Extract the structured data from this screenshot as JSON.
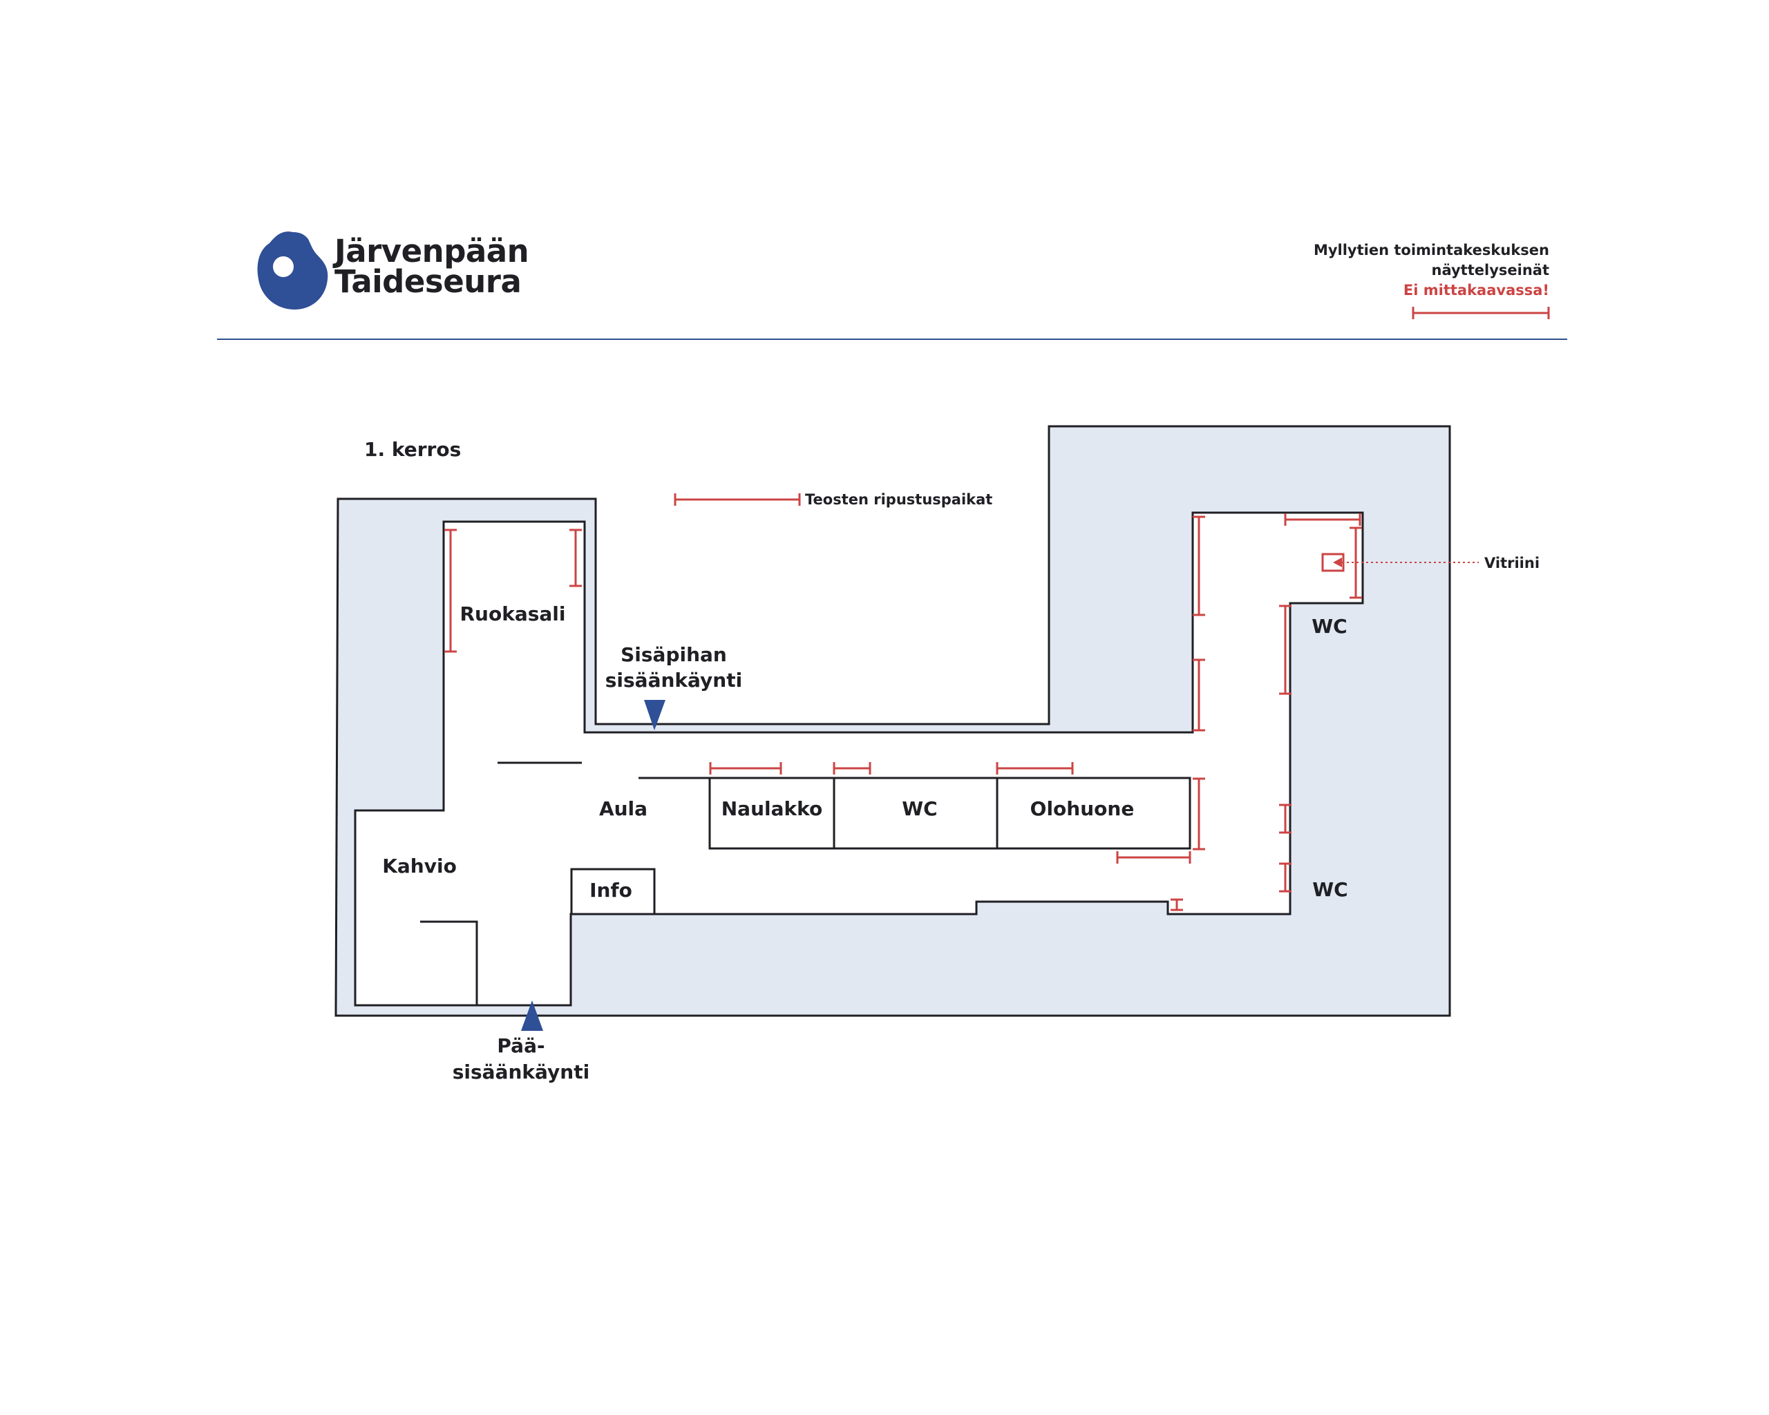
{
  "header": {
    "logo_line1": "Järvenpään",
    "logo_line2": "Taideseura",
    "title_line1": "Myllytien toimintakeskuksen",
    "title_line2": "näyttelyseinät",
    "scale_note": "Ei mittakaavassa!"
  },
  "map": {
    "floor": "1. kerros",
    "legend_hanging": "Teosten ripustuspaikat",
    "vitrine": "Vitriini",
    "rooms": {
      "ruokasali": "Ruokasali",
      "kahvio": "Kahvio",
      "aula": "Aula",
      "info": "Info",
      "naulakko": "Naulakko",
      "wc_center": "WC",
      "olohuone": "Olohuone",
      "wc_top": "WC",
      "wc_bottom": "WC"
    },
    "entrances": {
      "courtyard_line1": "Sisäpihan",
      "courtyard_line2": "sisäänkäynti",
      "main_line1": "Pää-",
      "main_line2": "sisäänkäynti"
    }
  },
  "colors": {
    "brand_blue": "#2f4f96",
    "hanging_red": "#cc4444",
    "fill_light": "#e1e8f2",
    "wall": "#1f1f24"
  }
}
